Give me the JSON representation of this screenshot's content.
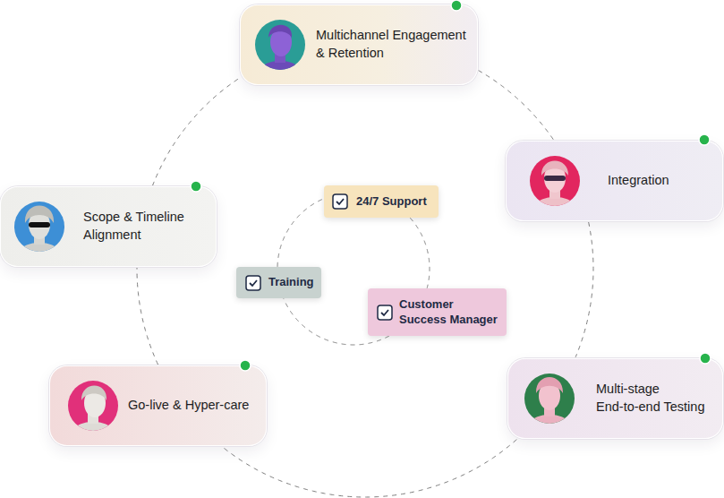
{
  "diagram": {
    "nodes": [
      {
        "text": [
          "Multichannel Engagement & Retention"
        ]
      },
      {
        "text": [
          "Integration"
        ]
      },
      {
        "text": [
          "Scope & Timeline Alignment"
        ]
      },
      {
        "text": [
          "24/7 Support"
        ]
      },
      {
        "text": [
          "Training"
        ]
      },
      {
        "text": [
          "Customer Success Manager"
        ]
      },
      {
        "text": [
          "Go-live & Hyper-care"
        ]
      },
      {
        "text": [
          "Multi-stage End-to-end Testing"
        ]
      }
    ],
    "edges": [
      {
        "from": 0,
        "to": 1,
        "arrow": "none"
      },
      {
        "from": 1,
        "to": 7,
        "arrow": "none"
      },
      {
        "from": 7,
        "to": 6,
        "arrow": "none"
      },
      {
        "from": 6,
        "to": 2,
        "arrow": "none"
      },
      {
        "from": 2,
        "to": 0,
        "arrow": "none"
      },
      {
        "from": 3,
        "to": 5,
        "arrow": "none"
      },
      {
        "from": 5,
        "to": 4,
        "arrow": "none"
      },
      {
        "from": 4,
        "to": 3,
        "arrow": "none"
      }
    ]
  }
}
